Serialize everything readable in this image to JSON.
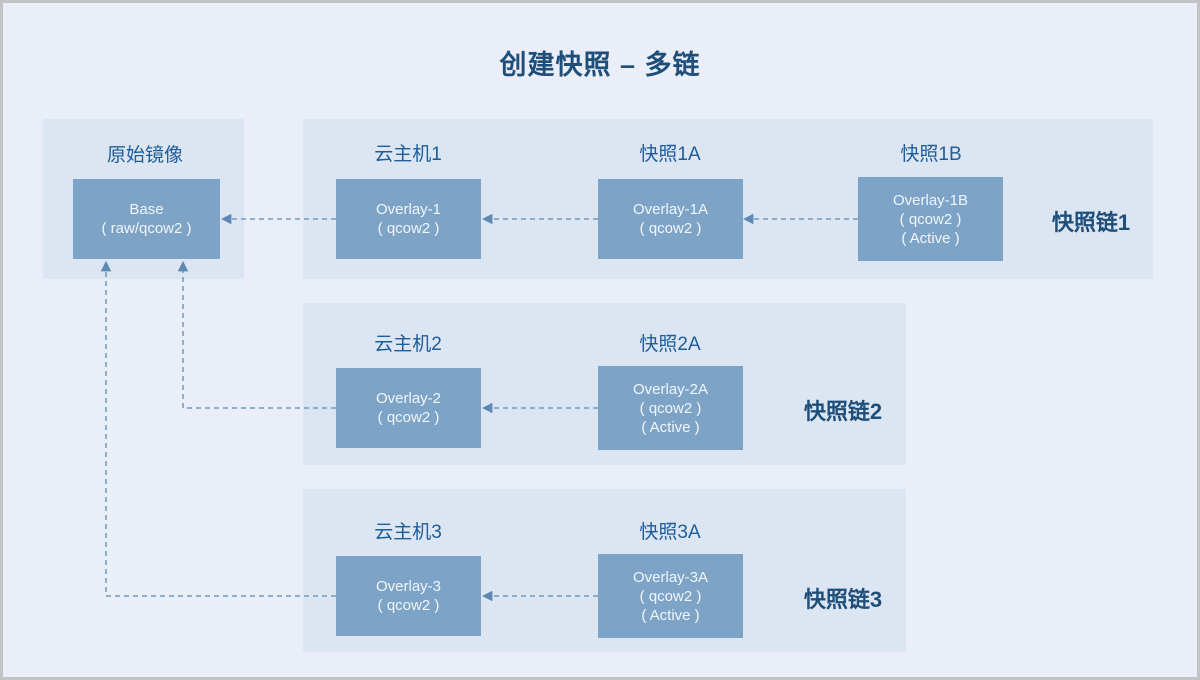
{
  "title": "创建快照 – 多链",
  "base_panel": {
    "label": "原始镜像",
    "box_lines": [
      "Base",
      "( raw/qcow2 )"
    ]
  },
  "chains": [
    {
      "name": "快照链1",
      "nodes": [
        {
          "label": "云主机1",
          "box_lines": [
            "Overlay-1",
            "( qcow2 )"
          ]
        },
        {
          "label": "快照1A",
          "box_lines": [
            "Overlay-1A",
            "( qcow2 )"
          ]
        },
        {
          "label": "快照1B",
          "box_lines": [
            "Overlay-1B",
            "( qcow2 )",
            "( Active )"
          ]
        }
      ]
    },
    {
      "name": "快照链2",
      "nodes": [
        {
          "label": "云主机2",
          "box_lines": [
            "Overlay-2",
            "( qcow2 )"
          ]
        },
        {
          "label": "快照2A",
          "box_lines": [
            "Overlay-2A",
            "( qcow2 )",
            "( Active )"
          ]
        }
      ]
    },
    {
      "name": "快照链3",
      "nodes": [
        {
          "label": "云主机3",
          "box_lines": [
            "Overlay-3",
            "( qcow2 )"
          ]
        },
        {
          "label": "快照3A",
          "box_lines": [
            "Overlay-3A",
            "( qcow2 )",
            "( Active )"
          ]
        }
      ]
    }
  ],
  "colors": {
    "canvas_bg": "#e9eef8",
    "panel_bg": "#dce6f2",
    "box_bg": "#7da3c6",
    "box_text": "#f0f6fb",
    "title_text": "#1f4e79",
    "node_label_text": "#1e5c9a",
    "chain_label_text": "#1f4e79",
    "arrow": "#7398bd",
    "frame_border": "#c1c3c7"
  }
}
